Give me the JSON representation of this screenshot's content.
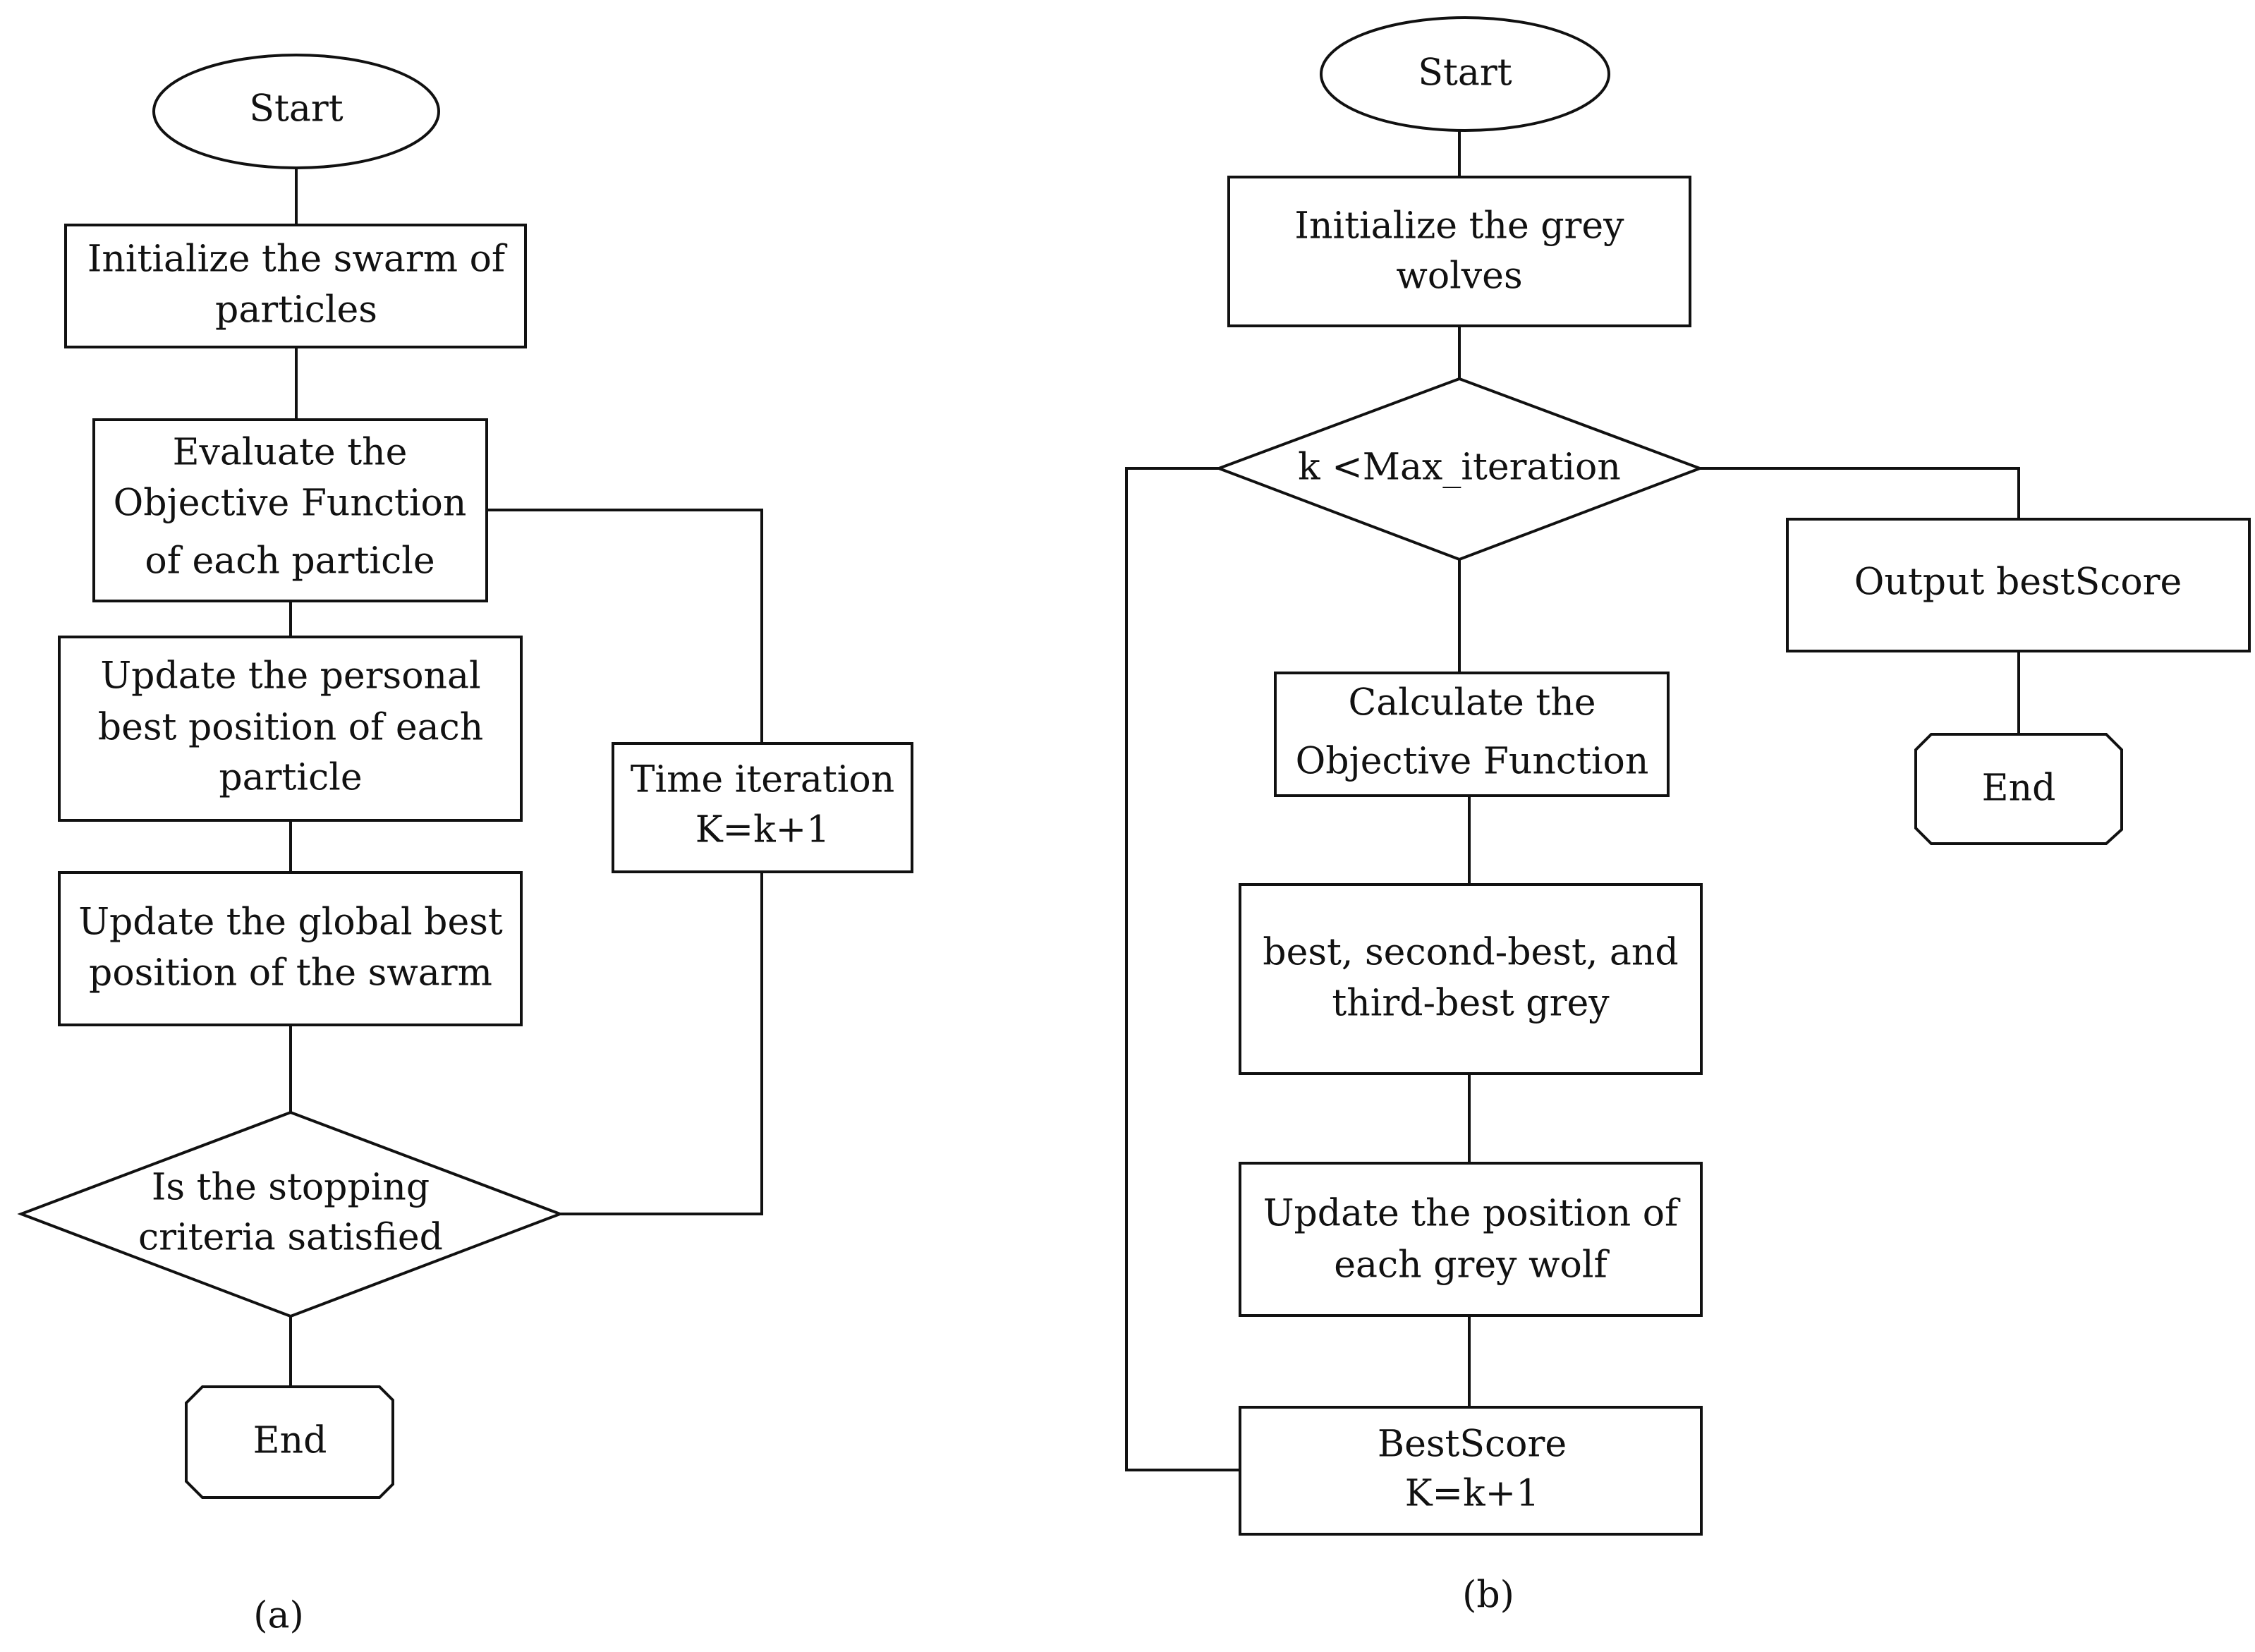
{
  "panel_a": {
    "caption": "(a)",
    "start": "Start",
    "init": [
      "Initialize the swarm of",
      "particles"
    ],
    "evaluate": [
      "Evaluate the",
      "Objective Function",
      "of each particle"
    ],
    "personal_best": [
      "Update the personal",
      "best position of each",
      "particle"
    ],
    "global_best": [
      "Update the global best",
      "position of the swarm"
    ],
    "stop_check": [
      "Is the stopping",
      "criteria satisfied"
    ],
    "time_iteration": [
      "Time iteration",
      "K=k+1"
    ],
    "end": "End"
  },
  "panel_b": {
    "caption": "(b)",
    "start": "Start",
    "init": [
      "Initialize the grey",
      "wolves"
    ],
    "condition": "k <Max_iteration",
    "output": "Output bestScore",
    "end": "End",
    "calculate": [
      "Calculate the",
      "Objective Function"
    ],
    "ranking": [
      "best, second-best, and",
      "third-best grey"
    ],
    "update": [
      "Update the position of",
      "each grey wolf"
    ],
    "best_score": [
      "BestScore",
      "K=k+1"
    ]
  }
}
